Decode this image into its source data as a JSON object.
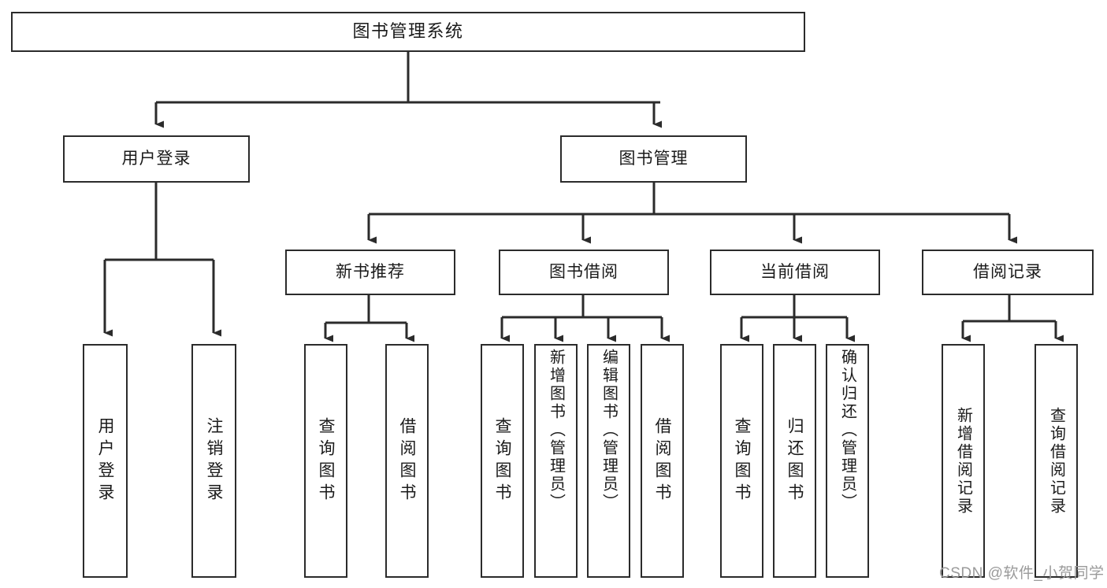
{
  "diagram": {
    "title": "图书管理系统",
    "type": "tree-hierarchy-chart",
    "colors": {
      "border": "#2b2b2b",
      "background": "#ffffff",
      "text": "#1a1a1a",
      "edge": "#2b2b2b",
      "watermark": "#9a9a9a"
    },
    "watermark": "CSDN @软件_小贺同学",
    "levels": {
      "root": {
        "label": "图书管理系统"
      },
      "level2": [
        {
          "label": "用户登录"
        },
        {
          "label": "图书管理"
        }
      ],
      "level3": [
        {
          "label": "新书推荐"
        },
        {
          "label": "图书借阅"
        },
        {
          "label": "当前借阅"
        },
        {
          "label": "借阅记录"
        }
      ],
      "leaves": {
        "user_login": [
          {
            "label": "用户登录"
          },
          {
            "label": "注销登录"
          }
        ],
        "new_book_recommend": [
          {
            "label": "查询图书"
          },
          {
            "label": "借阅图书"
          }
        ],
        "book_borrow": [
          {
            "label": "查询图书"
          },
          {
            "label": "新增图书（管理员）"
          },
          {
            "label": "编辑图书（管理员）"
          },
          {
            "label": "借阅图书"
          }
        ],
        "current_borrow": [
          {
            "label": "查询图书"
          },
          {
            "label": "归还图书"
          },
          {
            "label": "确认归还（管理员）"
          }
        ],
        "borrow_records": [
          {
            "label": "新增借阅记录"
          },
          {
            "label": "查询借阅记录"
          }
        ]
      }
    }
  }
}
